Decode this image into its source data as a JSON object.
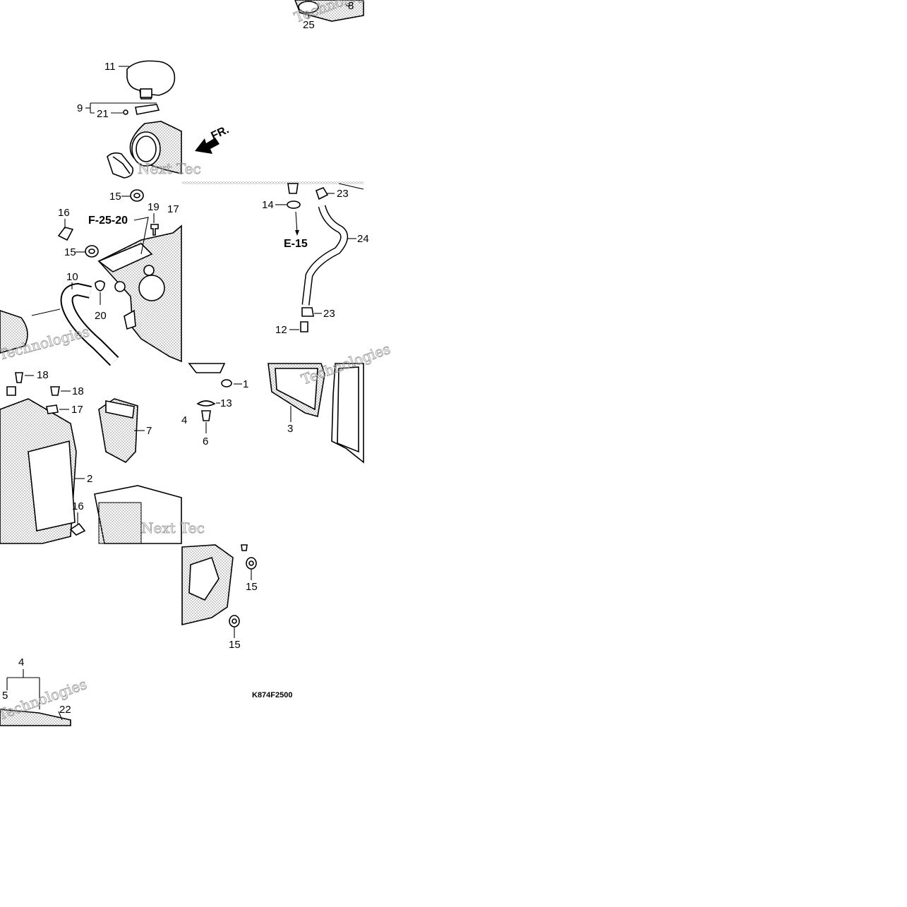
{
  "diagram": {
    "code": "K874F2500",
    "direction_label": "FR.",
    "refs": {
      "f": "F-25-20",
      "e": "E-15"
    },
    "watermark": {
      "line1": "Next Tec",
      "line2": "Technologies"
    },
    "callouts": {
      "c25": "25",
      "c8": "8",
      "c11": "11",
      "c9": "9",
      "c21": "21",
      "c15a": "15",
      "c16a": "16",
      "c19": "19",
      "c17a": "17",
      "c15b": "15",
      "c10": "10",
      "c20": "20",
      "c14": "14",
      "c23a": "23",
      "c24": "24",
      "c23b": "23",
      "c12": "12",
      "c18a": "18",
      "c18b": "18",
      "c17b": "17",
      "c7": "7",
      "c2": "2",
      "c16b": "16",
      "c1": "1",
      "c13": "13",
      "c4a": "4",
      "c6": "6",
      "c3": "3",
      "c15c": "15",
      "c15d": "15",
      "c4b": "4",
      "c5": "5",
      "c22": "22"
    }
  }
}
